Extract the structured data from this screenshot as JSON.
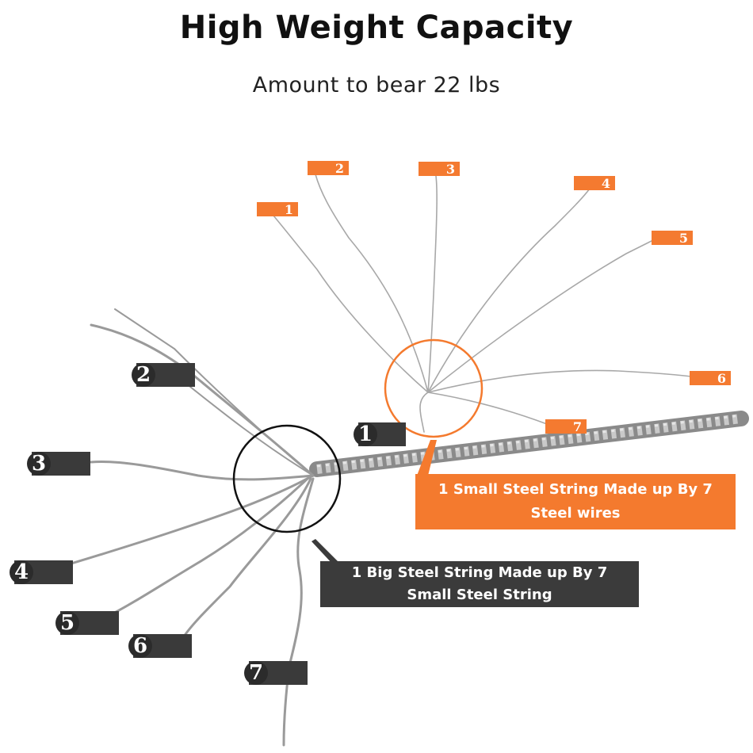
{
  "header": {
    "title": "High Weight Capacity",
    "subtitle": "Amount to bear 22 lbs"
  },
  "small_wire_labels": [
    "1",
    "2",
    "3",
    "4",
    "5",
    "6",
    "7"
  ],
  "big_strand_labels": [
    "1",
    "2",
    "3",
    "4",
    "5",
    "6",
    "7"
  ],
  "callouts": {
    "small": "1 Small Steel String Made up By 7 Steel wires",
    "big": "1 Big Steel String Made up By 7 Small Steel String"
  },
  "colors": {
    "accent_orange": "#f47a2e",
    "dark_label": "#3b3b3b",
    "wire_gray": "#9a9a9a",
    "circle_dark": "#111111"
  }
}
